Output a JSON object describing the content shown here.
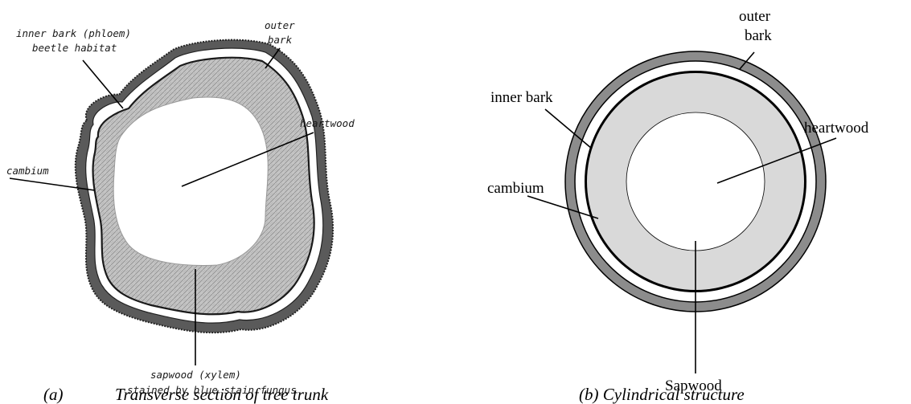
{
  "left_panel": {
    "labels": {
      "inner_bark_line1": "inner bark (phloem)",
      "inner_bark_line2": "beetle habitat",
      "outer_bark_line1": "outer",
      "outer_bark_line2": "bark",
      "heartwood": "heartwood",
      "cambium": "cambium",
      "sapwood_line1": "sapwood (xylem)",
      "sapwood_line2": "stained by blue stain fungus"
    },
    "caption_marker": "(a)",
    "caption": "Transverse section of tree trunk"
  },
  "right_panel": {
    "labels": {
      "outer_bark_line1": "outer",
      "outer_bark_line2": "bark",
      "inner_bark": "inner bark",
      "heartwood": "heartwood",
      "cambium": "cambium",
      "sapwood": "Sapwood"
    },
    "caption": "(b) Cylindrical structure"
  },
  "colors": {
    "outer_bark_ring": "#8c8c8c",
    "sapwood_fill": "#d9d9d9",
    "heartwood_fill": "#ffffff",
    "sketch_wood": "#b8b8b8"
  }
}
